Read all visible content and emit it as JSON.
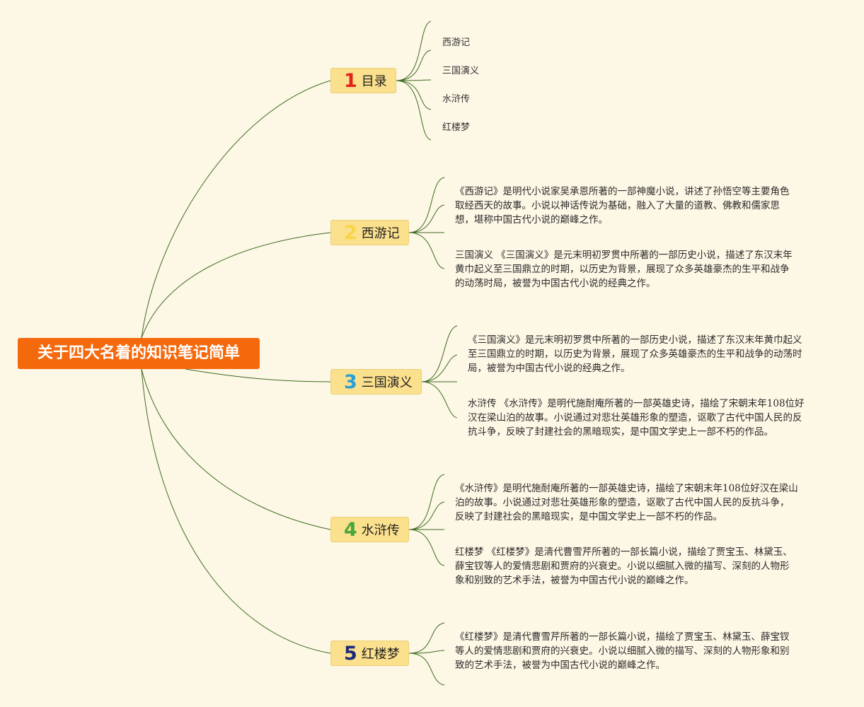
{
  "root": {
    "title": "关于四大名着的知识笔记简单"
  },
  "colors": {
    "background": "#fdf7e5",
    "root_fill": "#f5690d",
    "branch_fill": "#fbe08d",
    "connector": "#3e6b23"
  },
  "branches": [
    {
      "number": "1",
      "number_color": "#e2231a",
      "label": "目录",
      "items": [
        "西游记",
        "三国演义",
        "水浒传",
        "红楼梦"
      ]
    },
    {
      "number": "2",
      "number_color": "#f8d546",
      "label": "西游记",
      "paragraphs": [
        [
          "《西游记》是明代小说家吴承恩所著的一部神魔小说，讲述了孙悟空等主要角色",
          "取经西天的故事。小说以神话传说为基础，融入了大量的道教、佛教和儒家思",
          "想，堪称中国古代小说的巅峰之作。"
        ],
        [
          "三国演义 《三国演义》是元末明初罗贯中所著的一部历史小说，描述了东汉末年",
          "黄巾起义至三国鼎立的时期，以历史为背景，展现了众多英雄豪杰的生平和战争",
          "的动荡时局，被誉为中国古代小说的经典之作。"
        ]
      ]
    },
    {
      "number": "3",
      "number_color": "#2b9fd8",
      "label": "三国演义",
      "paragraphs": [
        [
          "《三国演义》是元末明初罗贯中所著的一部历史小说，描述了东汉末年黄巾起义",
          "至三国鼎立的时期，以历史为背景，展现了众多英雄豪杰的生平和战争的动荡时",
          "局，被誉为中国古代小说的经典之作。"
        ],
        [
          "水浒传 《水浒传》是明代施耐庵所著的一部英雄史诗，描绘了宋朝末年108位好",
          "汉在梁山泊的故事。小说通过对悲壮英雄形象的塑造，讴歌了古代中国人民的反",
          "抗斗争，反映了封建社会的黑暗现实，是中国文学史上一部不朽的作品。"
        ]
      ]
    },
    {
      "number": "4",
      "number_color": "#47a73c",
      "label": "水浒传",
      "paragraphs": [
        [
          "《水浒传》是明代施耐庵所著的一部英雄史诗，描绘了宋朝末年108位好汉在梁山",
          "泊的故事。小说通过对悲壮英雄形象的塑造，讴歌了古代中国人民的反抗斗争，",
          "反映了封建社会的黑暗现实，是中国文学史上一部不朽的作品。"
        ],
        [
          "红楼梦 《红楼梦》是清代曹雪芹所著的一部长篇小说，描绘了贾宝玉、林黛玉、",
          "薛宝钗等人的爱情悲剧和贾府的兴衰史。小说以细腻入微的描写、深刻的人物形",
          "象和别致的艺术手法，被誉为中国古代小说的巅峰之作。"
        ]
      ]
    },
    {
      "number": "5",
      "number_color": "#1d2a7a",
      "label": "红楼梦",
      "paragraphs": [
        [
          "《红楼梦》是清代曹雪芹所著的一部长篇小说，描绘了贾宝玉、林黛玉、薛宝钗",
          "等人的爱情悲剧和贾府的兴衰史。小说以细腻入微的描写、深刻的人物形象和别",
          "致的艺术手法，被誉为中国古代小说的巅峰之作。"
        ]
      ]
    }
  ]
}
